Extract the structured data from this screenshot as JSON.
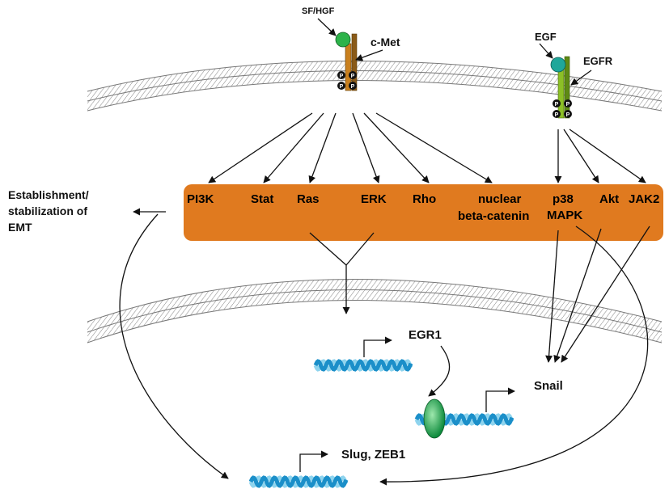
{
  "receptors": {
    "met": {
      "ligand": "SF/HGF",
      "receptor": "c-Met"
    },
    "egfr": {
      "ligand": "EGF",
      "receptor": "EGFR"
    },
    "phospho_label": "P"
  },
  "effectors": [
    "PI3K",
    "Stat",
    "Ras",
    "ERK",
    "Rho",
    "nuclear",
    "beta-catenin",
    "p38",
    "MAPK",
    "Akt",
    "JAK2"
  ],
  "emt": {
    "line1": "Establishment/",
    "line2": "stabilization of",
    "line3": "EMT"
  },
  "genes": {
    "egr1": "EGR1",
    "snail": "Snail",
    "slug_zeb1": "Slug, ZEB1"
  },
  "colors": {
    "bar": "#e07a1f",
    "met_receptor": "#c9801e",
    "met_ligand": "#2db34a",
    "egfr_receptor": "#8cbf26",
    "egf_ligand": "#1fa79a",
    "dna_light": "#8fd4ee",
    "dna_dark": "#1b8fc9",
    "tf_green": "#1aa84c"
  }
}
